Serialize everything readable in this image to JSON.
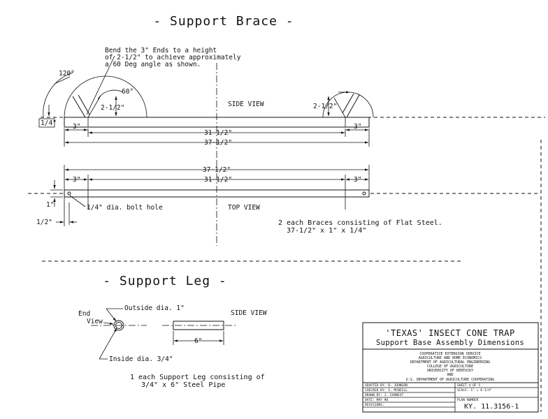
{
  "titles": {
    "support_brace": "- Support Brace -",
    "support_leg": "- Support Leg -"
  },
  "side_view_brace": {
    "note": [
      "Bend the 3\" Ends to a height",
      "of 2-1/2\" to achieve approximately",
      "a 60 Deg angle as shown."
    ],
    "angle_120": "120°",
    "angle_60": "60°",
    "height_left": "2-1/2\"",
    "height_right": "2-1/2\"",
    "thickness": "1/4\"",
    "view_label": "SIDE VIEW",
    "dim_end_left": "3\"",
    "dim_mid": "31-1/2\"",
    "dim_end_right": "3\"",
    "dim_total": "37-1/2\""
  },
  "top_view_brace": {
    "dim_total": "37-1/2\"",
    "dim_end_left": "3\"",
    "dim_mid": "31-1/2\"",
    "dim_end_right": "3\"",
    "dim_width": "1\"",
    "dim_hole_offset": "1/2\"",
    "bolt_hole": "1/4\" dia. bolt hole",
    "view_label": "TOP VIEW",
    "note": [
      "2 each Braces consisting of Flat Steel.",
      "37-1/2\" x 1\" x 1/4\""
    ]
  },
  "support_leg": {
    "end_view": [
      "End",
      "View"
    ],
    "outside_dia": "Outside dia. 1\"",
    "inside_dia": "Inside dia. 3/4\"",
    "view_label": "SIDE VIEW",
    "length": "6\"",
    "note": [
      "1 each Support Leg consisting of",
      "3/4\" x 6\" Steel Pipe"
    ]
  },
  "title_block": {
    "title": "'TEXAS' INSECT CONE TRAP",
    "subtitle": "Support Base Assembly Dimensions",
    "agency": [
      "COOPERATIVE EXTENSION SERVICE",
      "AGRICULTURE AND HOME ECONOMICS",
      "DEPARTMENT OF AGRICULTURAL ENGINEERING",
      "COLLEGE OF AGRICULTURE",
      "UNIVERSITY OF KENTUCKY",
      "AND",
      "U.S. DEPARTMENT OF AGRICULTURE COOPERATING"
    ],
    "adapted_by": "ADAPTED BY:  B. JOHNSON",
    "checked_by": "CHECKED BY:  S. MCNEILL",
    "drawn_by": "DRAWN BY:  J. EARNEST",
    "date": "DATE:  MAY 90",
    "revisions": "REVISIONS:",
    "sheet": "SHEET 4  OF  5",
    "scale": "SCALE: 1\" = 6-1/4\"",
    "plan_number_label": "PLAN NUMBER",
    "plan_number": "KY. 11.3156-1"
  }
}
